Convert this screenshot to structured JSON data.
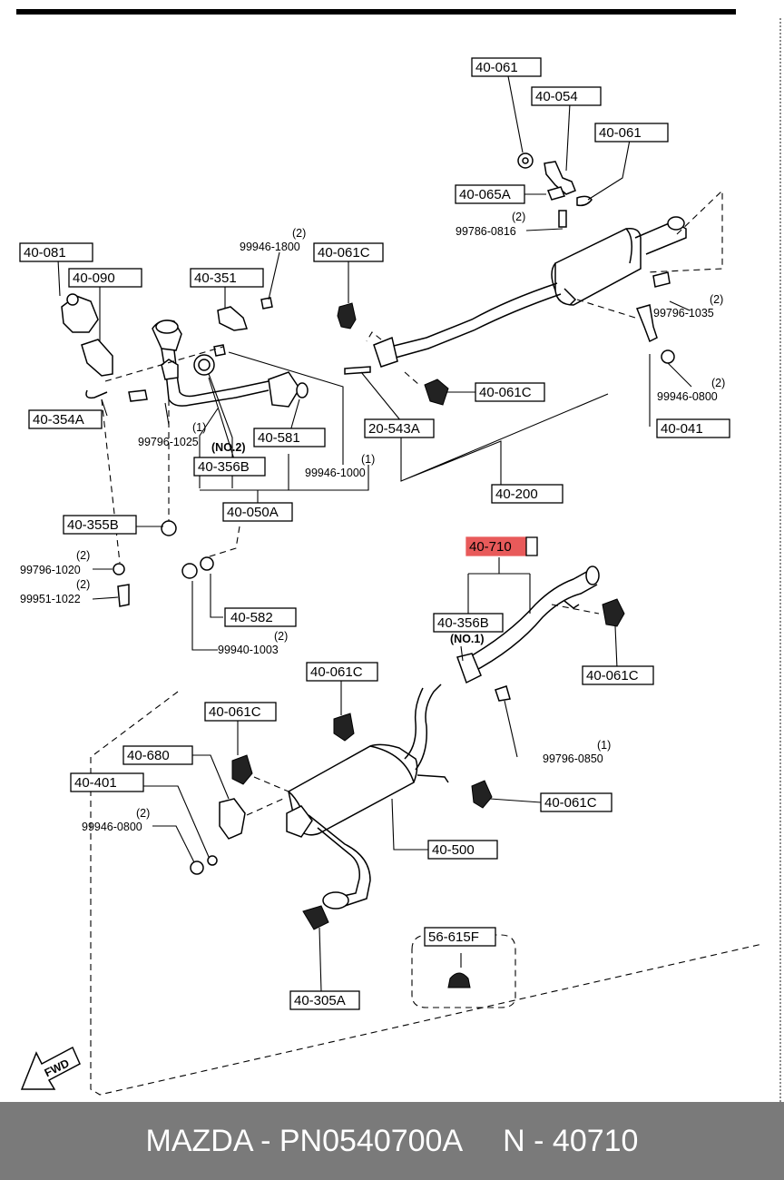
{
  "labels": {
    "l40061a": "40-061",
    "l40054": "40-054",
    "l40061b": "40-061",
    "l40065a": "40-065A",
    "l40081": "40-081",
    "l40090": "40-090",
    "l40351": "40-351",
    "l40061c1": "40-061C",
    "l40061c2": "40-061C",
    "l40354a": "40-354A",
    "l20543a": "20-543A",
    "l40041": "40-041",
    "l40581": "40-581",
    "l40356b1": "40-356B",
    "l40200": "40-200",
    "l40355b": "40-355B",
    "l40050a": "40-050A",
    "l40710": "40-710",
    "l40582": "40-582",
    "l40356b2": "40-356B",
    "l40061c3": "40-061C",
    "l40061c4": "40-061C",
    "l40061c5": "40-061C",
    "l40680": "40-680",
    "l40061c6": "40-061C",
    "l40401": "40-401",
    "l40500": "40-500",
    "l56615f": "56-615F",
    "l40305a": "40-305A"
  },
  "part_numbers": {
    "p9978608165": "99786-0816",
    "p9994618000": "99946-1800",
    "p9979610350": "99796-1035",
    "p9994608000a": "99946-0800",
    "p9979610250": "99796-1025",
    "p9994610000": "99946-1000",
    "p9979610200": "99796-1020",
    "p9995110220": "99951-1022",
    "p9994010030": "99940-1003",
    "p9979608500": "99796-0850",
    "p9994608000b": "99946-0800"
  },
  "quantities": {
    "q_99786": "(2)",
    "q_99946_1800": "(2)",
    "q_99796_1035": "(2)",
    "q_99946_0800a": "(2)",
    "q_99796_1025": "(1)",
    "q_99946_1000": "(1)",
    "q_99796_1020": "(2)",
    "q_99951": "(2)",
    "q_99940": "(2)",
    "q_99796_0850": "(1)",
    "q_99946_0800b": "(2)"
  },
  "notes": {
    "no2": "(NO.2)",
    "no1": "(NO.1)",
    "fwd": "FWD"
  },
  "footer": {
    "brand_part": "MAZDA - PN0540700A",
    "ref": "N - 40710"
  },
  "colors": {
    "highlight": "#e85a5a",
    "footer_bg": "#7a7a7a"
  }
}
